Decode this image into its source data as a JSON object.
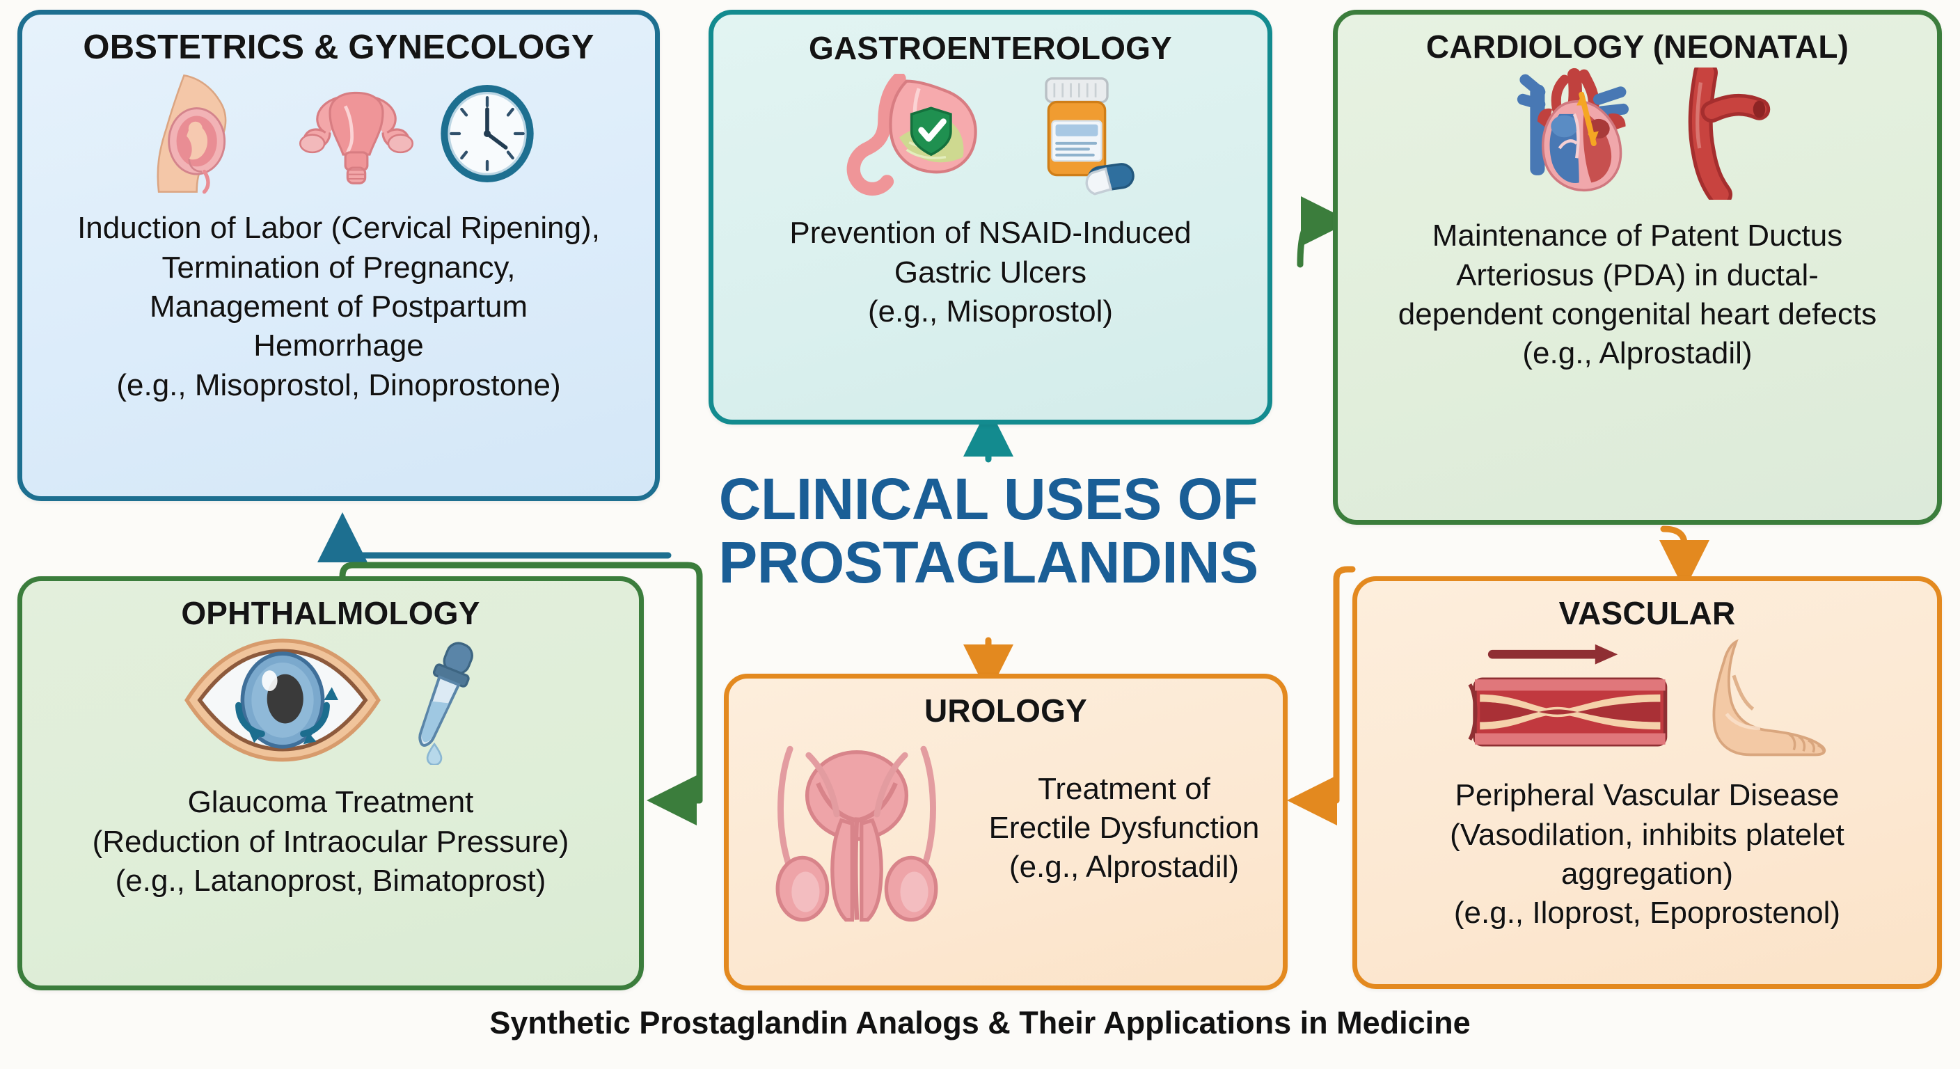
{
  "center": {
    "title": "CLINICAL USES OF\nPROSTAGLANDINS",
    "title_color": "#1a5e96"
  },
  "footer": {
    "caption": "Synthetic Prostaglandin Analogs & Their Applications in Medicine"
  },
  "cards": [
    {
      "id": "obgyn",
      "title": "OBSTETRICS & GYNECOLOGY",
      "body": "Induction of Labor (Cervical Ripening),\nTermination of Pregnancy,\nManagement of Postpartum\nHemorrhage\n(e.g., Misoprostol, Dinoprostone)",
      "border_color": "#1d6f90",
      "fill_color": "#dcecfa",
      "icons": [
        "pregnant-belly-icon",
        "uterus-icon",
        "clock-icon"
      ]
    },
    {
      "id": "gastro",
      "title": "GASTROENTEROLOGY",
      "body": "Prevention of NSAID-Induced\nGastric Ulcers\n(e.g., Misoprostol)",
      "border_color": "#138b8f",
      "fill_color": "#daf0ee",
      "icons": [
        "stomach-shield-icon",
        "pill-bottle-icon",
        "capsule-icon"
      ]
    },
    {
      "id": "cardio",
      "title": "CARDIOLOGY (NEONATAL)",
      "body": "Maintenance of Patent Ductus\nArteriosus (PDA) in ductal-\ndependent congenital heart defects\n(e.g., Alprostadil)",
      "border_color": "#3b7d3c",
      "fill_color": "#e1eedb",
      "icons": [
        "heart-anatomy-icon",
        "artery-branch-icon"
      ]
    },
    {
      "id": "ophth",
      "title": "OPHTHALMOLOGY",
      "body": "Glaucoma Treatment\n(Reduction of Intraocular Pressure)\n(e.g., Latanoprost, Bimatoprost)",
      "border_color": "#3b7d3c",
      "fill_color": "#dfeed8",
      "icons": [
        "eye-icon",
        "eye-dropper-icon"
      ]
    },
    {
      "id": "uro",
      "title": "UROLOGY",
      "body": "Treatment of\nErectile Dysfunction\n(e.g., Alprostadil)",
      "border_color": "#e3891f",
      "fill_color": "#fce8d2",
      "icons": [
        "male-reproductive-system-icon"
      ]
    },
    {
      "id": "vasc",
      "title": "VASCULAR",
      "body": "Peripheral Vascular Disease\n(Vasodilation, inhibits platelet\naggregation)\n(e.g., Iloprost, Epoprostenol)",
      "border_color": "#e3891f",
      "fill_color": "#fce8d2",
      "icons": [
        "blood-vessel-icon",
        "foot-icon",
        "flow-arrow-icon"
      ]
    }
  ],
  "connectors": [
    {
      "name": "connector-to-obgyn",
      "color": "#1d6f90",
      "direction": "up"
    },
    {
      "name": "connector-to-gastro",
      "color": "#138b8f",
      "direction": "up"
    },
    {
      "name": "connector-to-cardio",
      "color": "#3b7d3c",
      "direction": "right"
    },
    {
      "name": "connector-to-ophth",
      "color": "#3b7d3c",
      "direction": "left"
    },
    {
      "name": "connector-to-urology",
      "color": "#e3891f",
      "direction": "down"
    },
    {
      "name": "connector-to-vascular",
      "color": "#e3891f",
      "direction": "down"
    }
  ]
}
